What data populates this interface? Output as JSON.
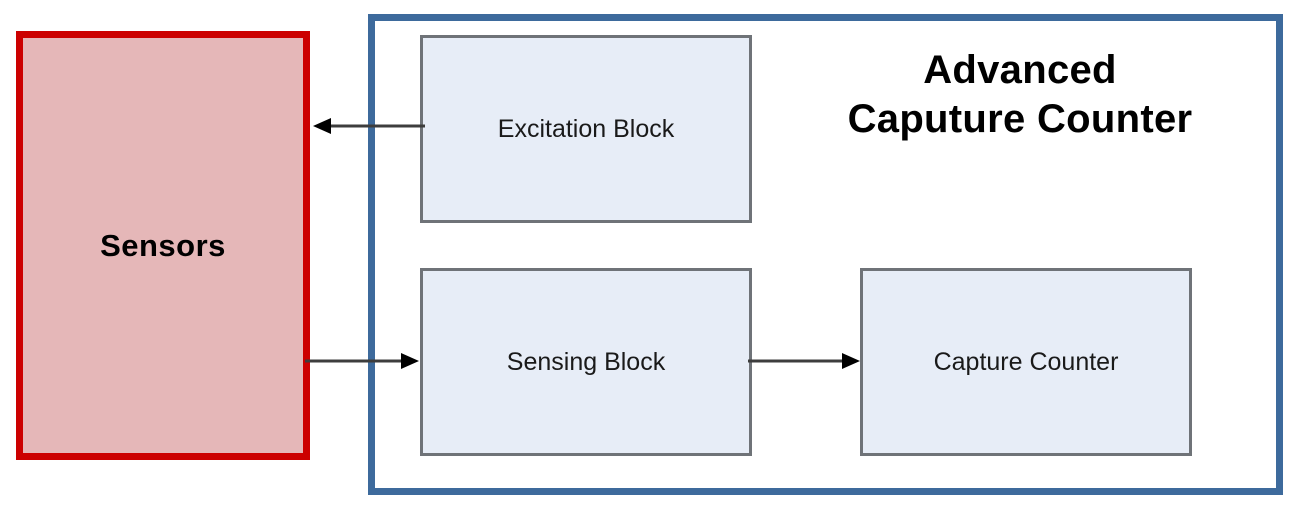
{
  "diagram": {
    "title_lines": [
      "Advanced",
      "Caputure Counter"
    ],
    "title_full": "Advanced Caputure Counter",
    "colors": {
      "sensors_border": "#cc0000",
      "sensors_fill": "#e5b7b8",
      "system_border": "#3d6a9c",
      "block_fill": "#e7edf7",
      "block_border": "#6f7378",
      "connector": "#3d3d3d",
      "text": "#000000",
      "background": "#ffffff"
    },
    "external": {
      "sensors_label": "Sensors"
    },
    "blocks": [
      {
        "id": "excitation",
        "label": "Excitation Block"
      },
      {
        "id": "sensing",
        "label": "Sensing Block"
      },
      {
        "id": "capture-counter",
        "label": "Capture Counter"
      }
    ],
    "connectors": [
      {
        "id": "excitation-to-sensors",
        "from": "Excitation Block",
        "to": "Sensors",
        "direction": "left"
      },
      {
        "id": "sensors-to-sensing",
        "from": "Sensors",
        "to": "Sensing Block",
        "direction": "right"
      },
      {
        "id": "sensing-to-capture",
        "from": "Sensing Block",
        "to": "Capture Counter",
        "direction": "right"
      }
    ]
  }
}
